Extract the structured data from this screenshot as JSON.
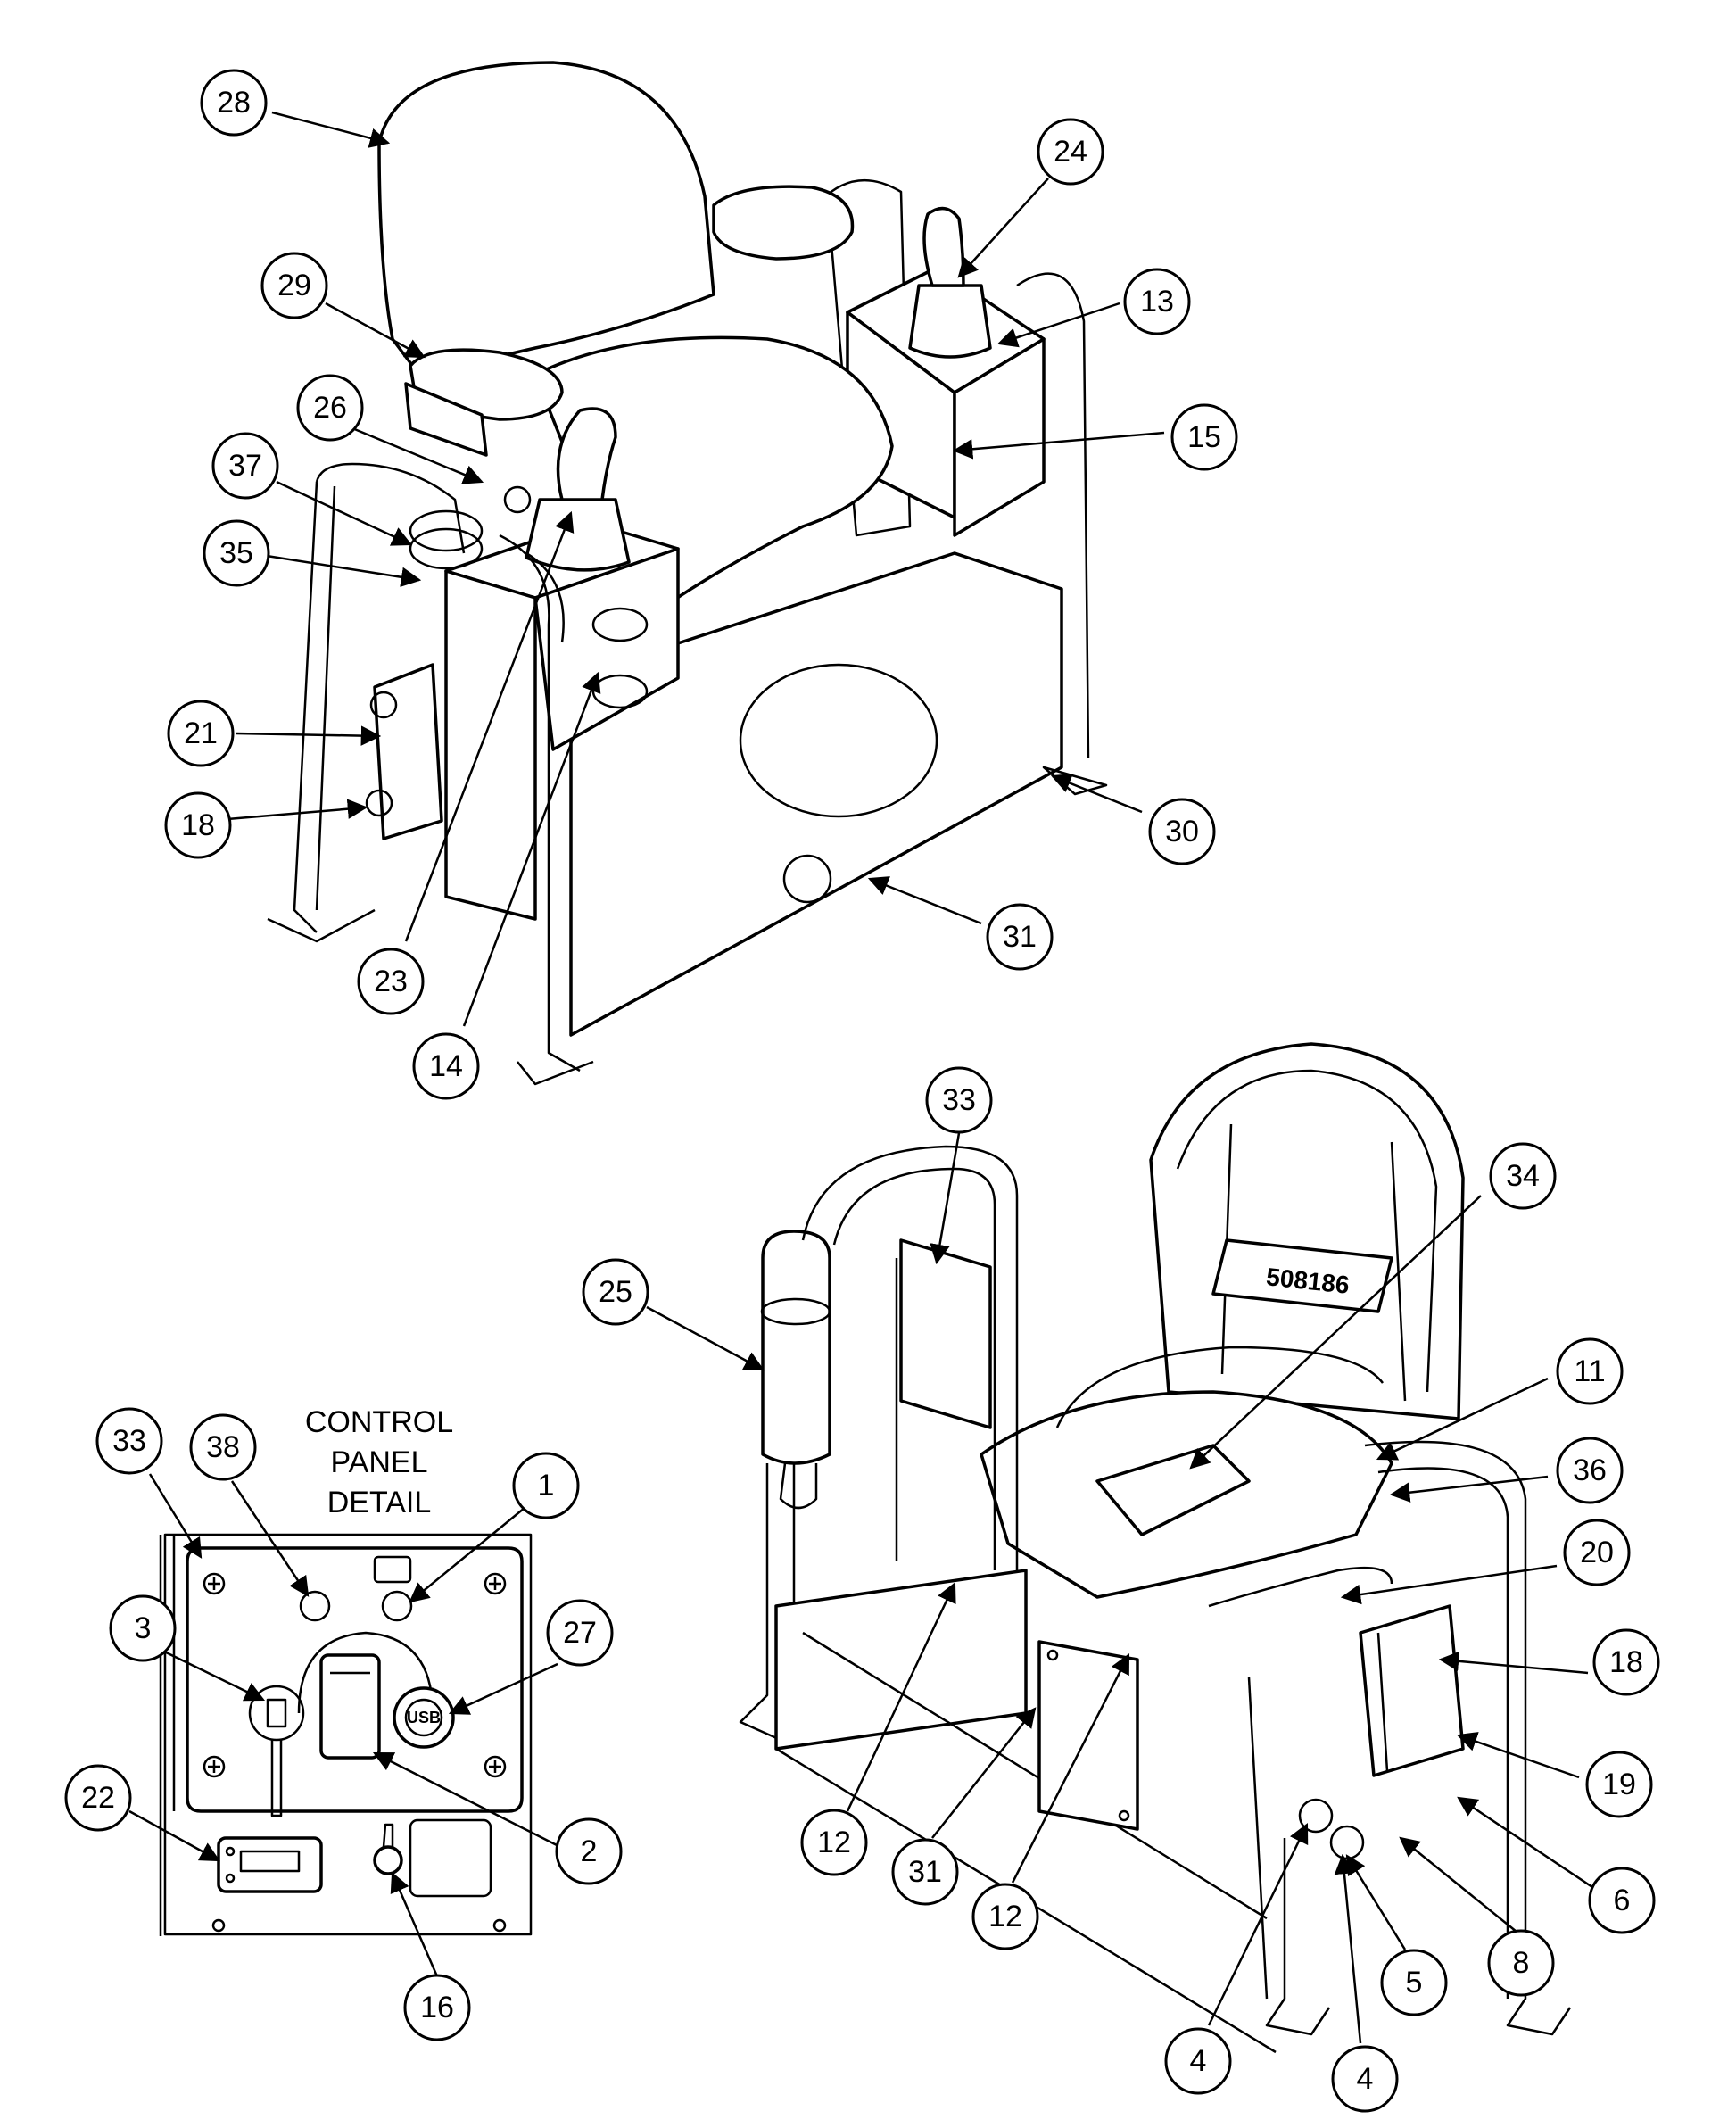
{
  "panel_title": [
    "CONTROL",
    "PANEL",
    "DETAIL"
  ],
  "usb_label": "USB",
  "seat_label": "508186",
  "callouts": {
    "upper": [
      "28",
      "29",
      "26",
      "37",
      "35",
      "21",
      "18",
      "23",
      "14",
      "24",
      "13",
      "15",
      "30",
      "31"
    ],
    "lower_right": [
      "33",
      "25",
      "34",
      "11",
      "36",
      "20",
      "18",
      "19",
      "6",
      "8",
      "5",
      "4",
      "4",
      "12",
      "31",
      "12"
    ],
    "control_panel": [
      "33",
      "38",
      "1",
      "3",
      "27",
      "2",
      "22",
      "16"
    ]
  }
}
